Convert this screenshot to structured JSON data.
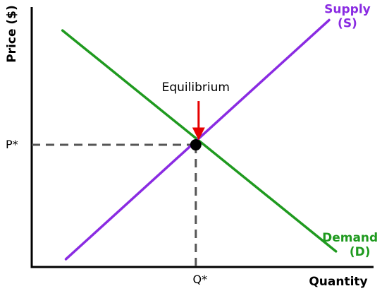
{
  "chart_data": {
    "type": "line",
    "title": "",
    "xlabel": "Quantity",
    "ylabel": "Price ($)",
    "x_range": [
      0,
      10
    ],
    "y_range": [
      0,
      10
    ],
    "grid": false,
    "series": [
      {
        "name": "Demand",
        "symbol": "(D)",
        "color": "#1f9a1f",
        "points": [
          [
            0.9,
            9.1
          ],
          [
            8.9,
            0.6
          ]
        ]
      },
      {
        "name": "Supply",
        "symbol": "(S)",
        "color": "#8a2be2",
        "points": [
          [
            1.0,
            0.3
          ],
          [
            8.7,
            9.5
          ]
        ]
      }
    ],
    "equilibrium": {
      "label": "Equilibrium",
      "x": 4.8,
      "y": 4.7,
      "x_tick": "Q*",
      "y_tick": "P*",
      "arrow_color": "#e60000",
      "guide_color": "#555555"
    },
    "axis_color": "#000000"
  }
}
